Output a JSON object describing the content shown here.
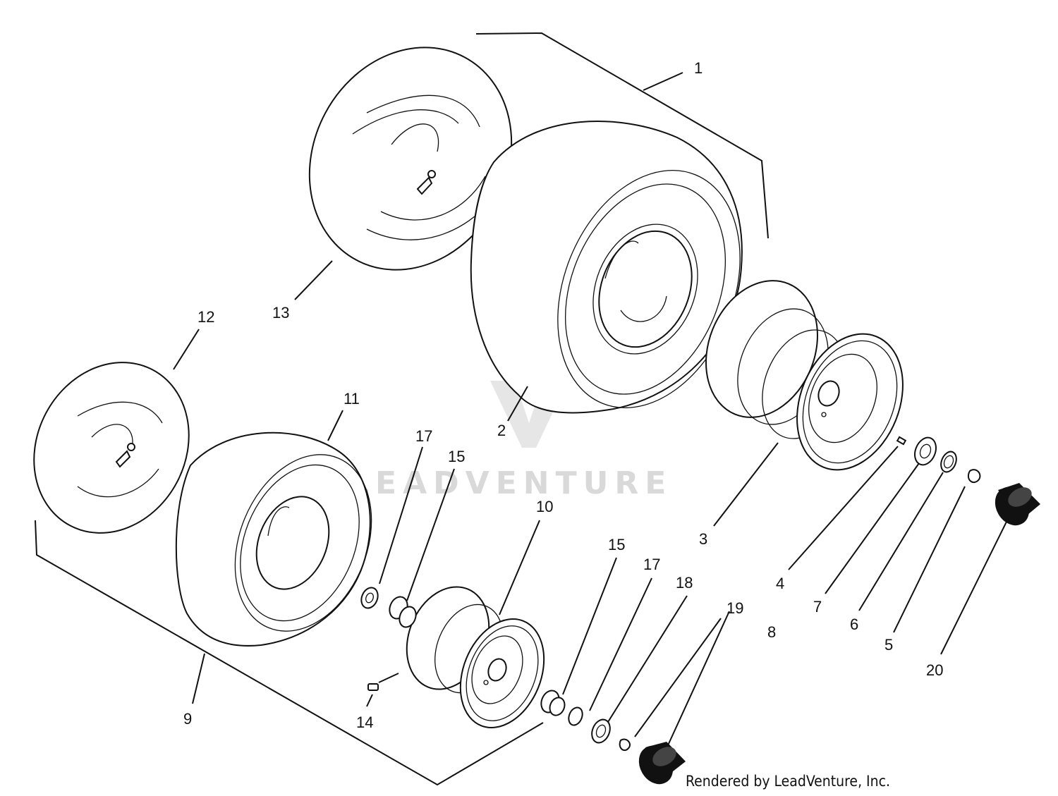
{
  "watermark": {
    "text": "LEADVENTURE"
  },
  "credit": "Rendered by LeadVenture, Inc.",
  "callouts": [
    {
      "id": "1",
      "label": "1"
    },
    {
      "id": "2",
      "label": "2"
    },
    {
      "id": "3",
      "label": "3"
    },
    {
      "id": "4",
      "label": "4"
    },
    {
      "id": "5",
      "label": "5"
    },
    {
      "id": "6",
      "label": "6"
    },
    {
      "id": "7",
      "label": "7"
    },
    {
      "id": "8",
      "label": "8"
    },
    {
      "id": "9",
      "label": "9"
    },
    {
      "id": "10",
      "label": "10"
    },
    {
      "id": "11",
      "label": "11"
    },
    {
      "id": "12",
      "label": "12"
    },
    {
      "id": "13",
      "label": "13"
    },
    {
      "id": "14",
      "label": "14"
    },
    {
      "id": "15a",
      "label": "15"
    },
    {
      "id": "15b",
      "label": "15"
    },
    {
      "id": "17a",
      "label": "17"
    },
    {
      "id": "17b",
      "label": "17"
    },
    {
      "id": "18",
      "label": "18"
    },
    {
      "id": "19",
      "label": "19"
    },
    {
      "id": "20",
      "label": "20"
    }
  ],
  "colors": {
    "ink": "#111111",
    "background": "#ffffff",
    "watermark": "#d9d9d9"
  }
}
